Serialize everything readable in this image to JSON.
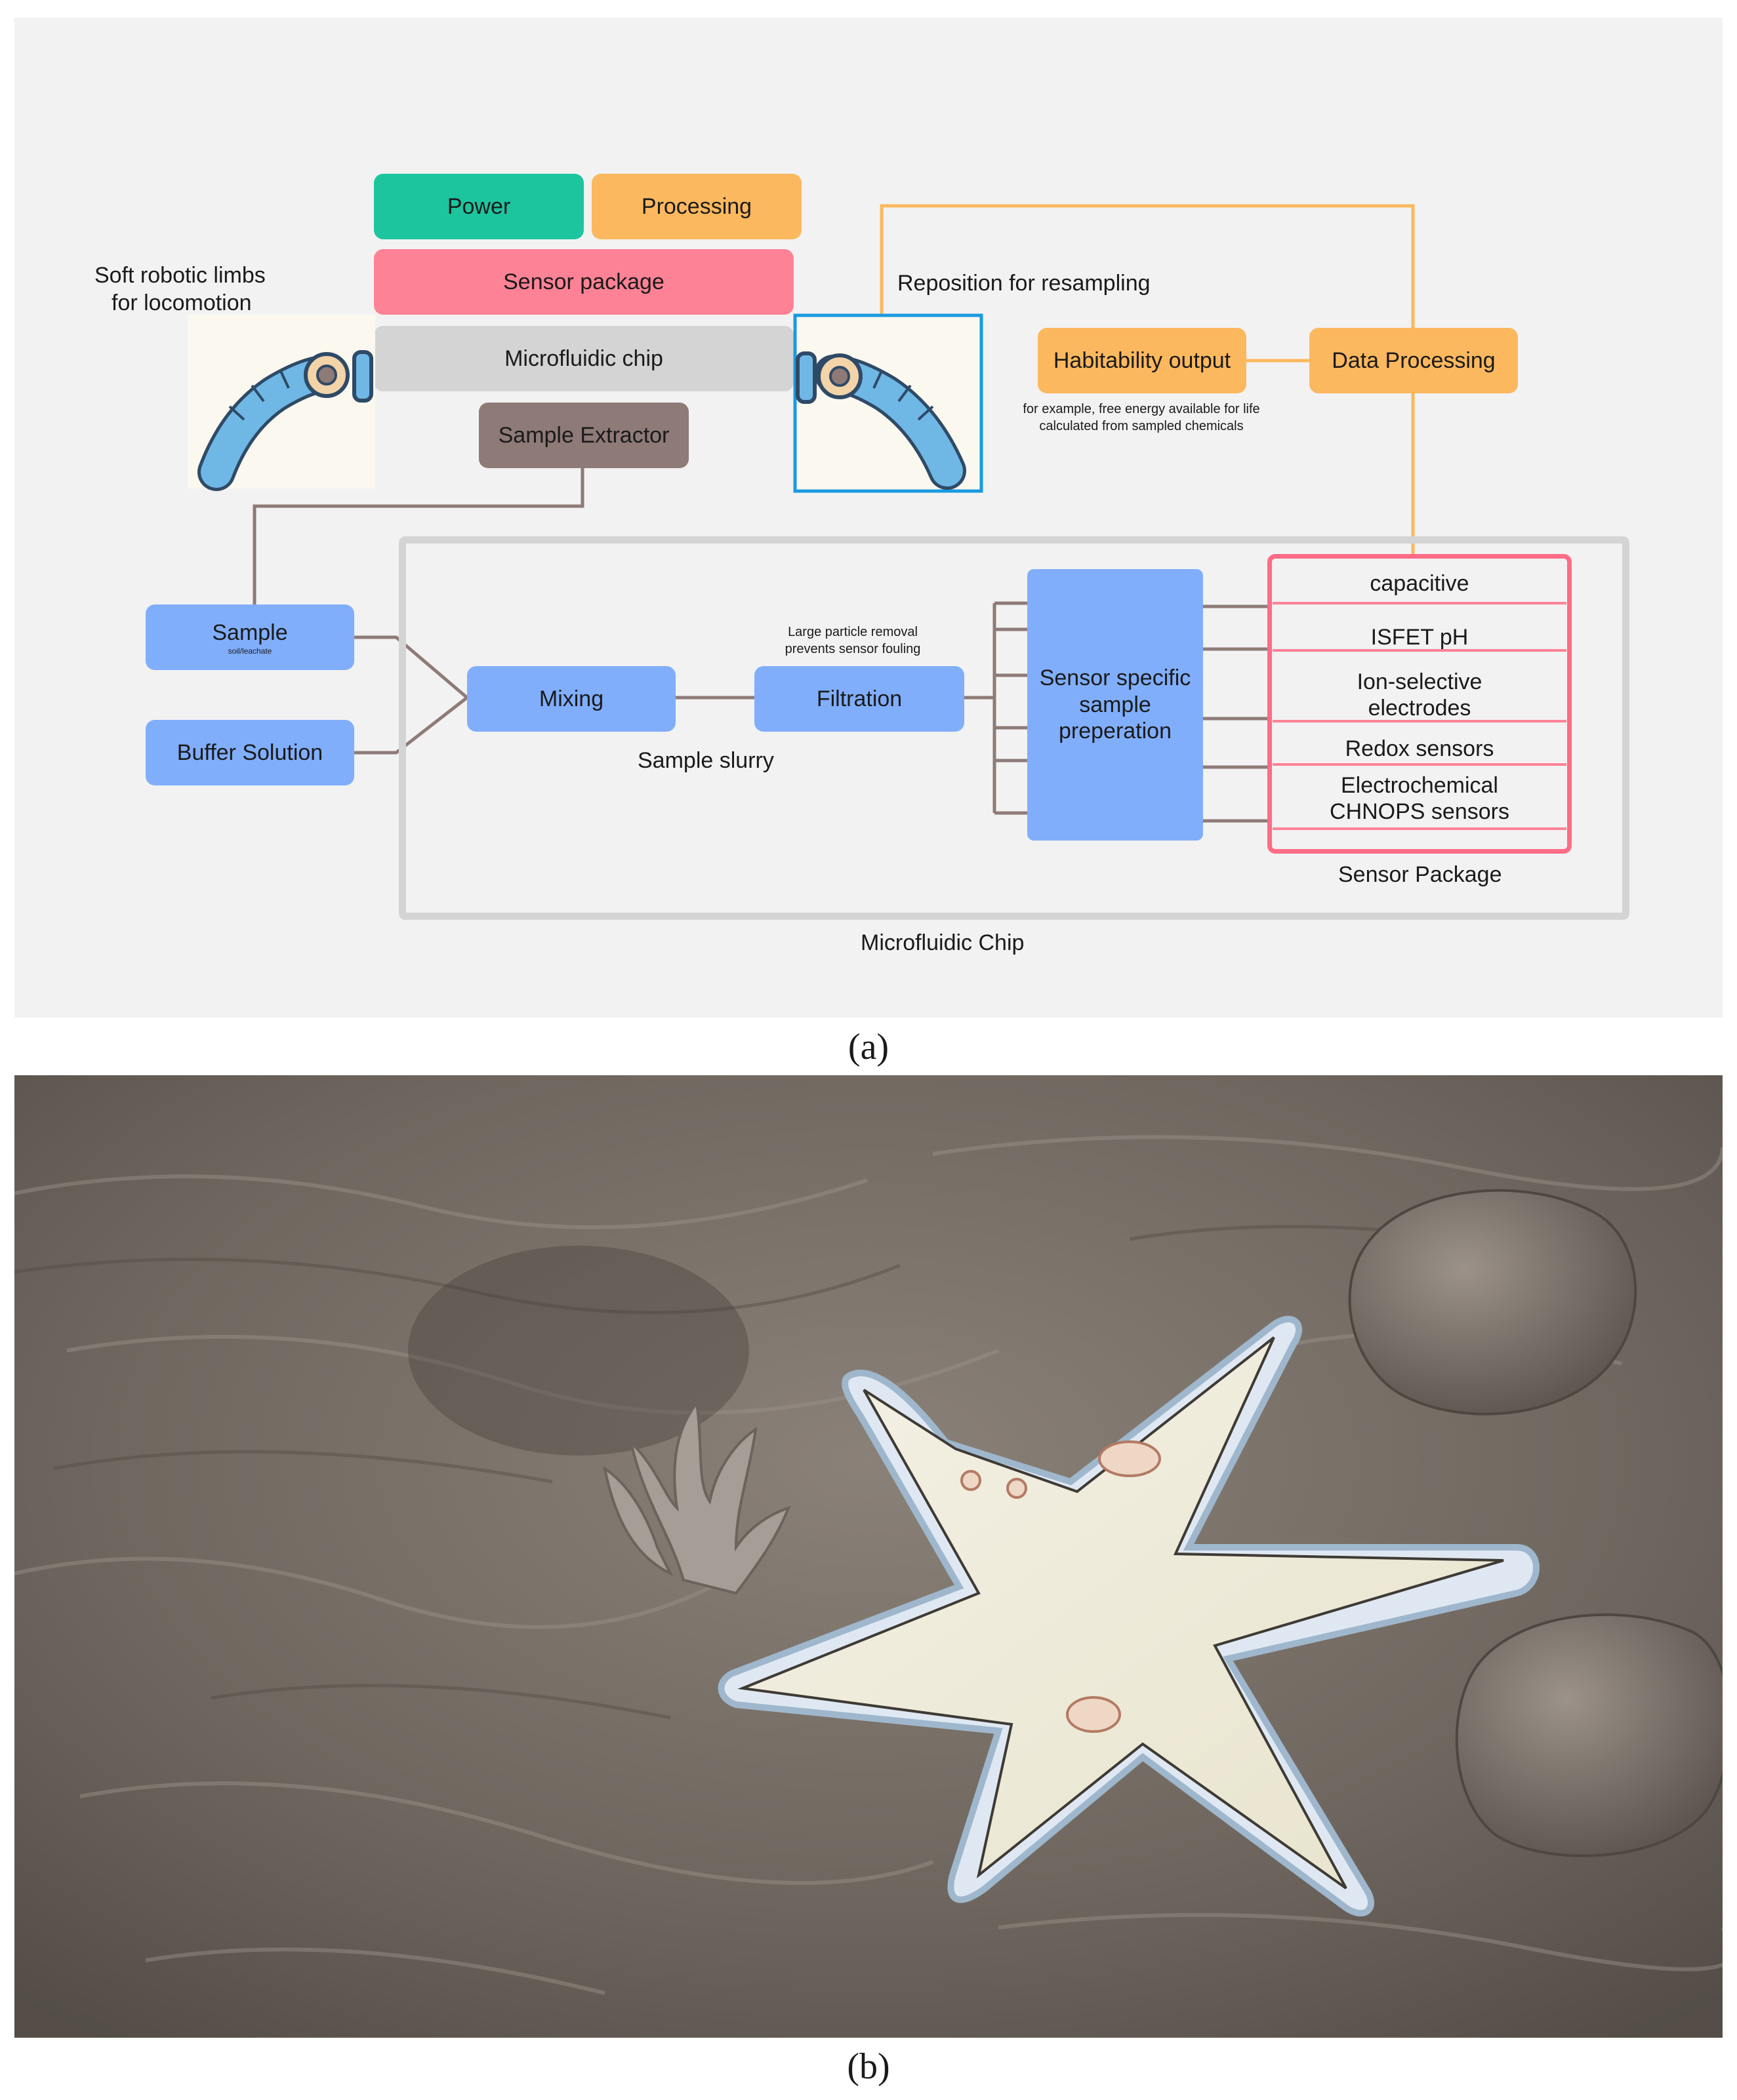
{
  "panel_a": {
    "caption": "(a)",
    "boxes": {
      "power": "Power",
      "processing": "Processing",
      "sensor_package": "Sensor package",
      "microfluidic_chip": "Microfluidic chip",
      "sample_extractor": "Sample Extractor",
      "habitability_output": "Habitability output",
      "data_processing": "Data Processing",
      "sample": "Sample",
      "sample_sub": "soil/leachate",
      "buffer_solution": "Buffer Solution",
      "mixing": "Mixing",
      "filtration": "Filtration",
      "sensor_specific_1": "Sensor specific",
      "sensor_specific_2": "sample",
      "sensor_specific_3": "preperation"
    },
    "labels": {
      "soft_limbs_1": "Soft robotic limbs",
      "soft_limbs_2": "for locomotion",
      "reposition": "Reposition for resampling",
      "habitability_note_1": "for example, free energy available for life",
      "habitability_note_2": "calculated from sampled chemicals",
      "filtration_note_1": "Large particle removal",
      "filtration_note_2": "prevents sensor fouling",
      "sample_slurry": "Sample slurry",
      "sensor_package_label": "Sensor Package",
      "microfluidic_chip_label": "Microfluidic Chip"
    },
    "sensors": {
      "capacitive": "capacitive",
      "isfet": "ISFET pH",
      "ion_1": "Ion-selective",
      "ion_2": "electrodes",
      "redox": "Redox sensors",
      "chnops_1": "Electrochemical",
      "chnops_2": "CHNOPS sensors"
    },
    "colors": {
      "power": "#1dc59f",
      "processing": "#fcb85e",
      "sensor_package": "#fe8295",
      "microfluidic_chip": "#d4d4d4",
      "sample_extractor": "#8e7a76",
      "flow_boxes": "#80aefb",
      "orange_lines": "#fcb85e",
      "brown_lines": "#8e7a76",
      "limb": "#6fb8e6"
    }
  },
  "panel_b": {
    "caption": "(b)",
    "icons": [
      "starfish-robot-icon",
      "rock-icon",
      "coral-icon"
    ]
  }
}
